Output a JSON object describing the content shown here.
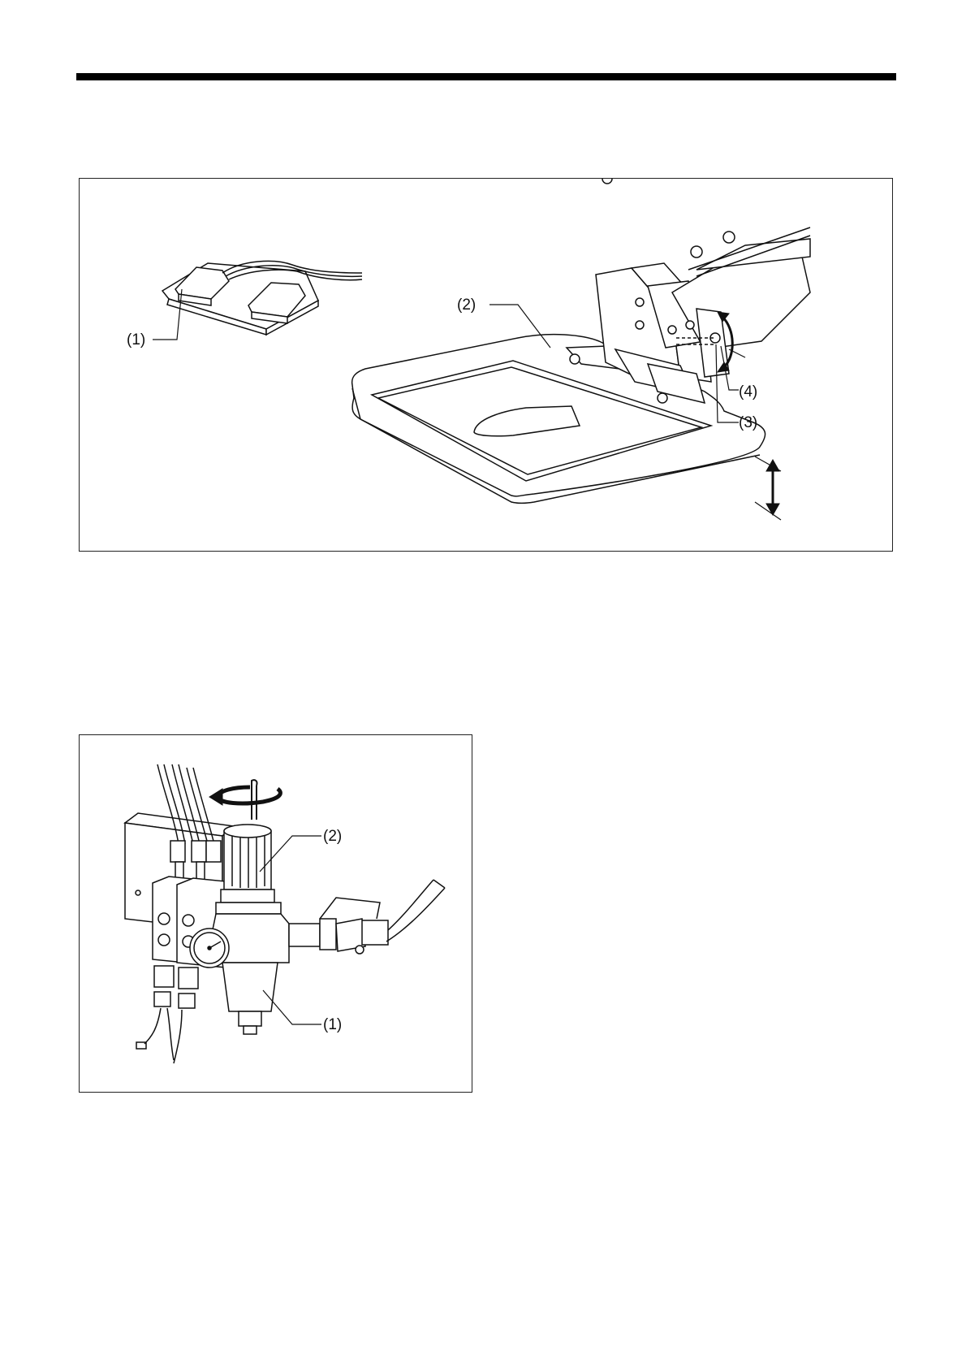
{
  "figure_top": {
    "callouts": {
      "c1": "(1)",
      "c2": "(2)",
      "c3": "(3)",
      "c4": "(4)"
    },
    "parts": {
      "foot_switch": "foot-switch-icon",
      "work_clamp_plate": "work-clamp-plate-icon",
      "clamp_arm": "clamp-arm-mechanism-icon",
      "height_arrow": "double-arrow-icon",
      "rotate_arrow": "curved-double-arrow-icon"
    }
  },
  "figure_bottom": {
    "callouts": {
      "c1": "(1)",
      "c2": "(2)"
    },
    "parts": {
      "regulator": "air-regulator-icon",
      "gauge": "pressure-gauge-icon",
      "valves": "solenoid-valve-icon",
      "knob_arrow": "rotate-arrow-icon"
    }
  }
}
